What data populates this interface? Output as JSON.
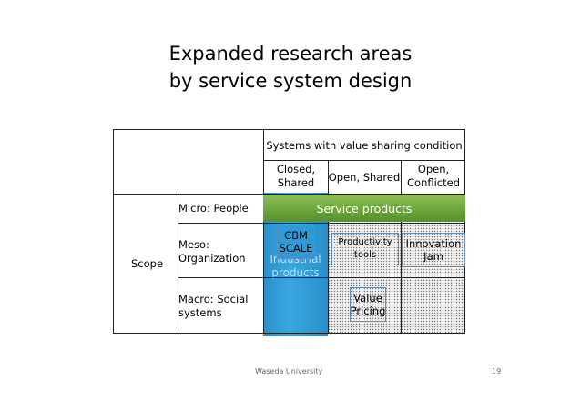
{
  "title": {
    "line1": "Expanded research areas",
    "line2": "by service system design"
  },
  "table": {
    "header_group": "Systems with value sharing condition",
    "columns": [
      "Closed, Shared",
      "Open, Shared",
      "Open, Conflicted"
    ],
    "row_group": "Scope",
    "rows": [
      "Micro: People",
      "Meso: Organization",
      "Macro: Social systems"
    ]
  },
  "overlays": {
    "service_products": "Service products",
    "industrial_products": "Industrial products",
    "cbm_scale": "CBM SCALE",
    "productivity_tools": "Productivity tools",
    "innovation_jam": "Innovation Jam",
    "value_pricing": "Value Pricing"
  },
  "colors": {
    "service_products": "#6aa33a",
    "industrial_products": "#3aa7e0",
    "box_border": "#5a8fb8"
  },
  "footer": {
    "center": "Waseda University",
    "page_number": "19"
  }
}
